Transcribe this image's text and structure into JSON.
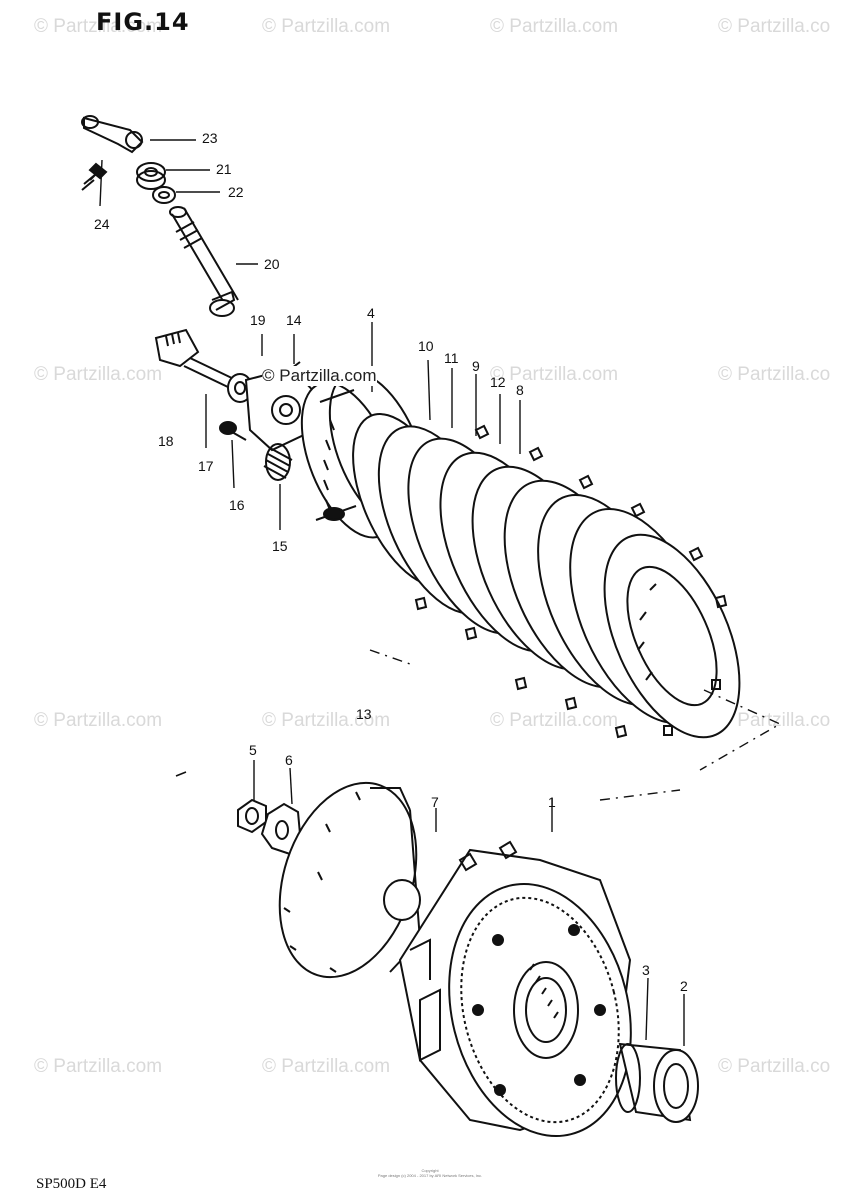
{
  "figure": {
    "title": "FIG.14",
    "model_code": "SP500D E4",
    "copyright_line1": "Copyright",
    "copyright_line2": "Page design (c) 2004 - 2017 by ARI Network Services, Inc."
  },
  "watermark": {
    "text": "© Partzilla.com",
    "text_short": "© Partzilla.co",
    "text_mid": "© Partzilla.com"
  },
  "callouts": {
    "c1": "1",
    "c2": "2",
    "c3": "3",
    "c4": "4",
    "c5": "5",
    "c6": "6",
    "c7": "7",
    "c8": "8",
    "c9": "9",
    "c10": "10",
    "c11": "11",
    "c12": "12",
    "c13": "13",
    "c14": "14",
    "c15": "15",
    "c16": "16",
    "c17": "17",
    "c18": "18",
    "c19": "19",
    "c20": "20",
    "c21": "21",
    "c22": "22",
    "c23": "23",
    "c24": "24"
  }
}
